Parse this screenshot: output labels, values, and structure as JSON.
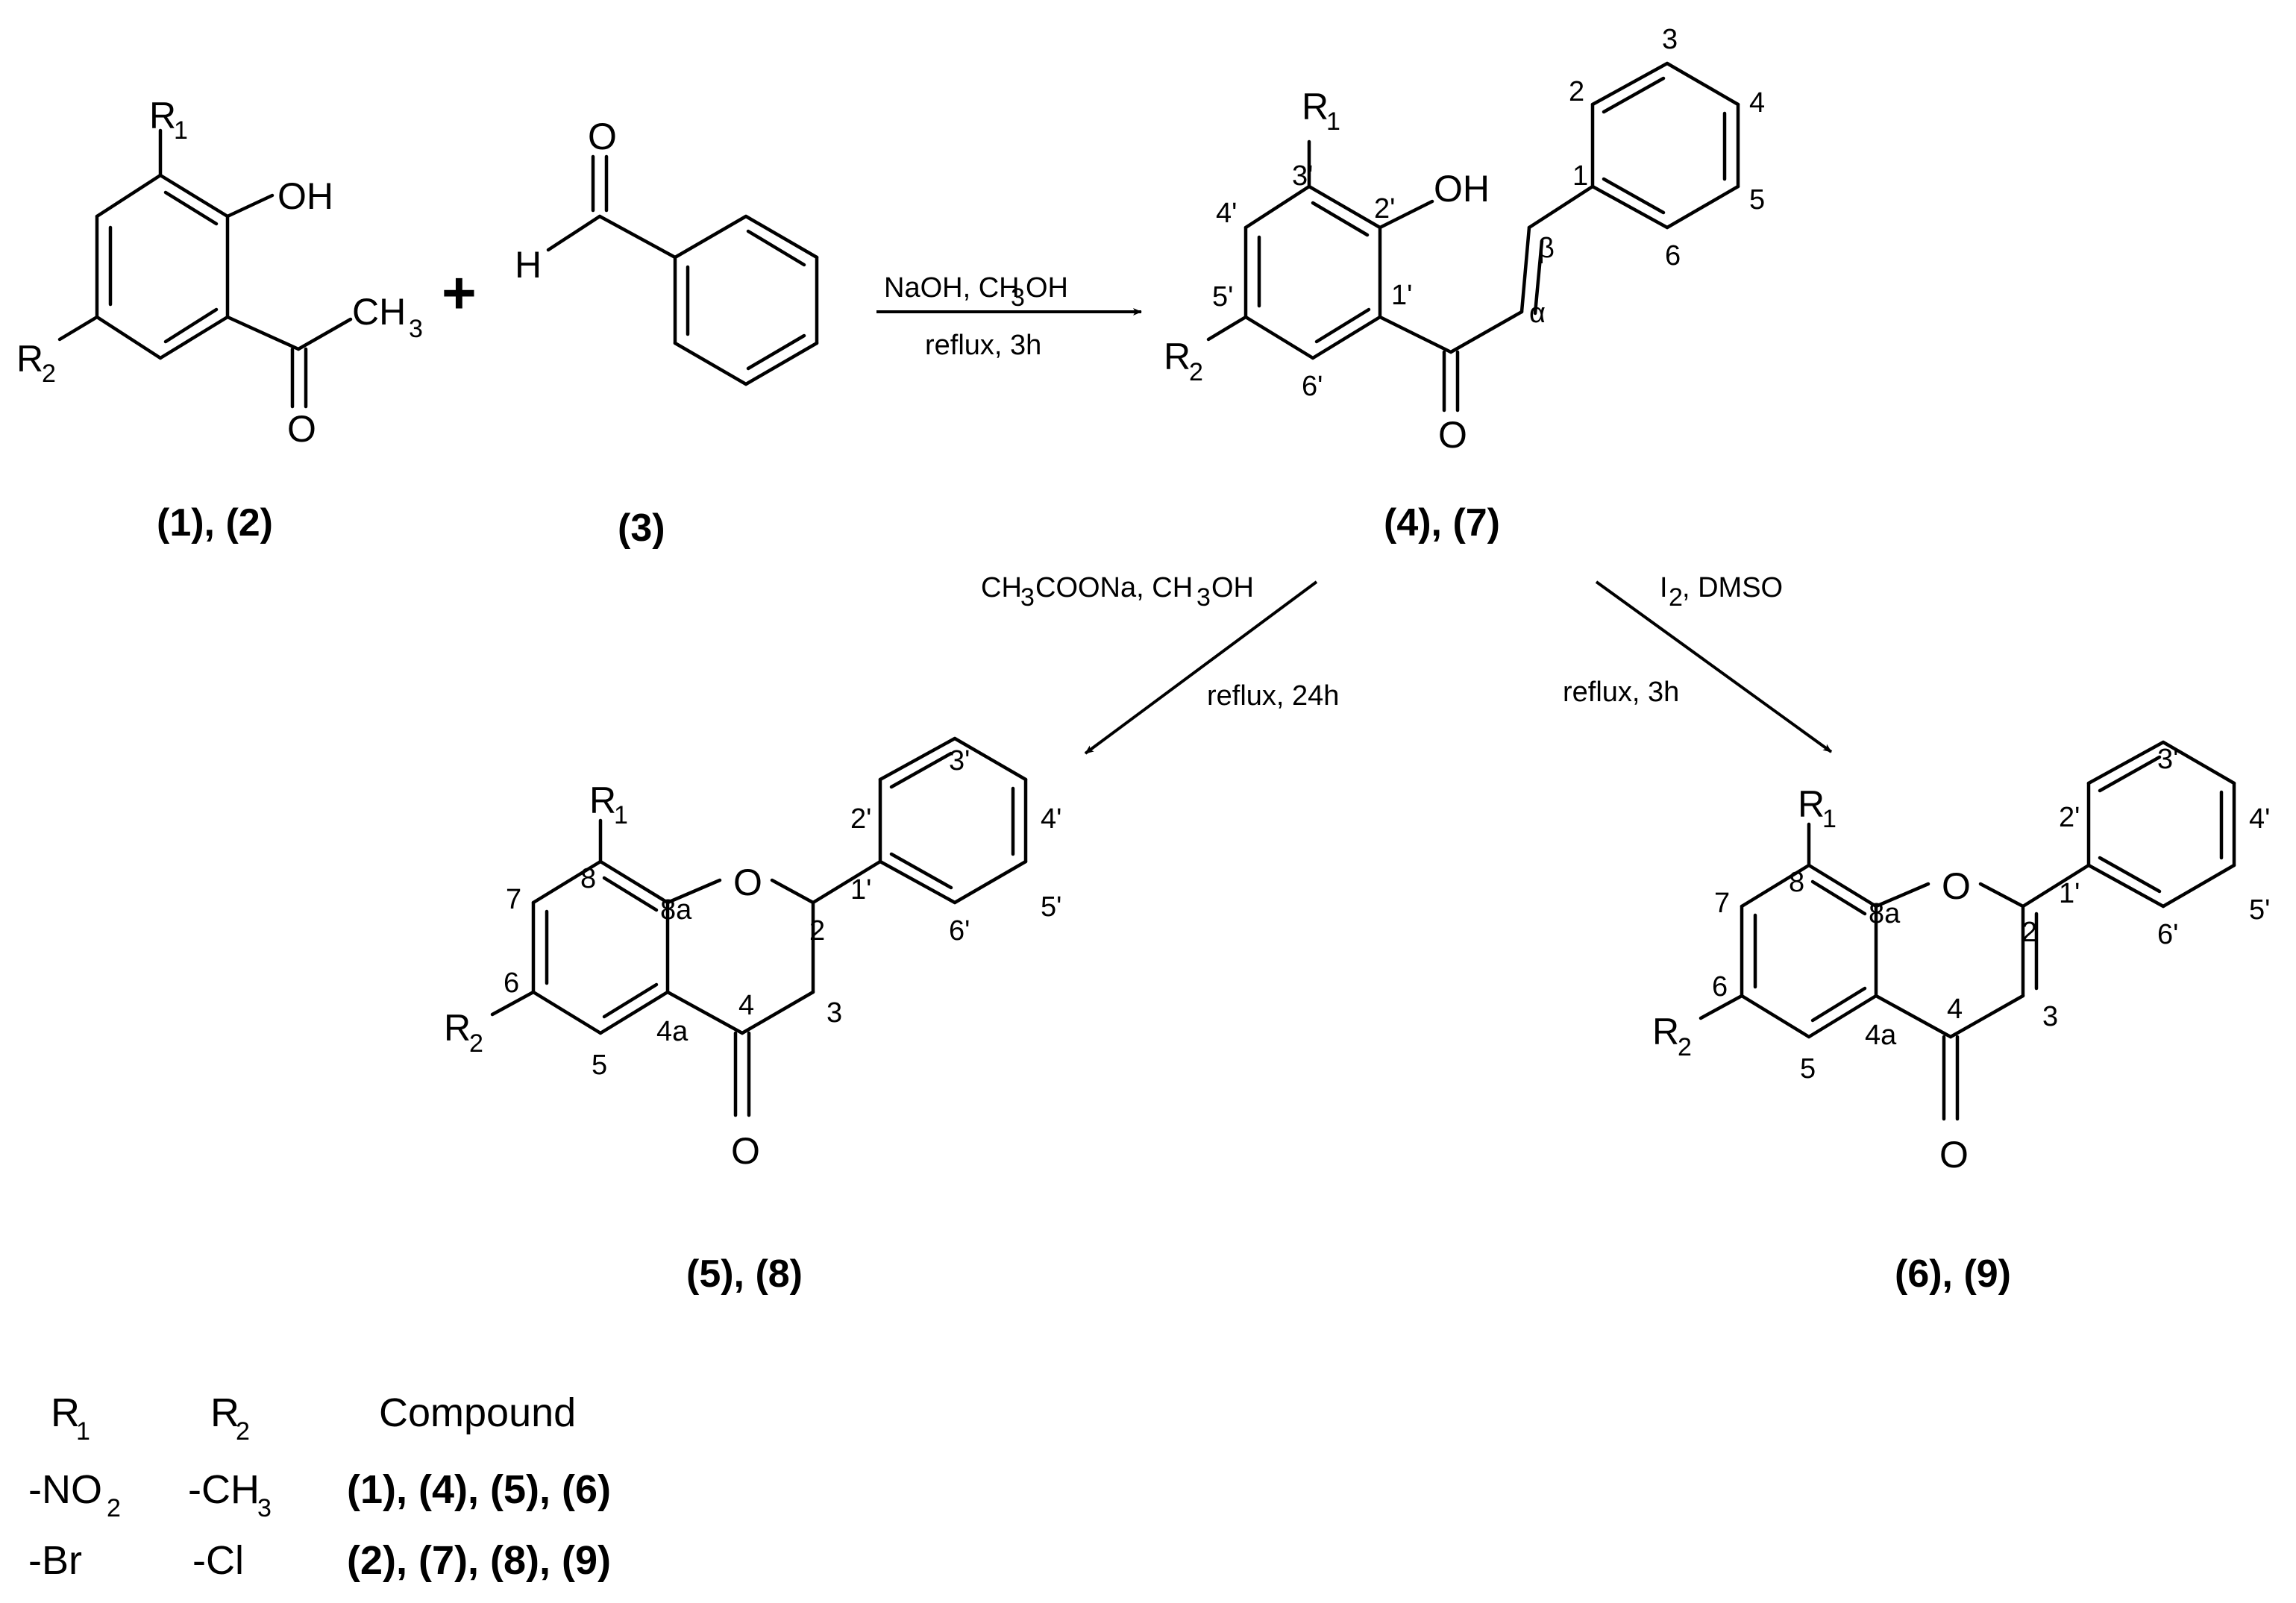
{
  "atoms": {
    "R": "R",
    "sub1": "1",
    "sub2": "2",
    "OH": "OH",
    "O": "O",
    "H": "H",
    "CH": "CH",
    "sub3": "3",
    "plus": "+"
  },
  "numbering": {
    "chalcone_A": [
      "3'",
      "2'",
      "1'",
      "4'",
      "5'",
      "6'"
    ],
    "chalcone_B": [
      "1",
      "2",
      "3",
      "4",
      "5",
      "6"
    ],
    "alpha": "α",
    "beta": "β",
    "core": [
      "8",
      "8a",
      "7",
      "6",
      "5",
      "4a",
      "4",
      "3",
      "2"
    ],
    "phenyl": [
      "1'",
      "2'",
      "3'",
      "4'",
      "5'",
      "6'"
    ]
  },
  "conditions": {
    "step1_top_a": "NaOH, CH",
    "step1_top_sub": "3",
    "step1_top_b": "OH",
    "step1_bottom": "reflux, 3h",
    "step2_a": "CH",
    "step2_sub1": "3",
    "step2_b": "COONa, CH",
    "step2_sub2": "3",
    "step2_c": "OH",
    "step2_bottom": "reflux, 24h",
    "step3_a": "I",
    "step3_sub": "2",
    "step3_b": ", DMSO",
    "step3_bottom": "reflux, 3h"
  },
  "labels": {
    "reactant_acetophenone": "(1), (2)",
    "reactant_benzaldehyde": "(3)",
    "chalcone": "(4), (7)",
    "flavanone": "(5), (8)",
    "flavone": "(6), (9)"
  },
  "table": {
    "headers": {
      "r1": "R",
      "r1_sub": "1",
      "r2": "R",
      "r2_sub": "2",
      "compound": "Compound"
    },
    "rows": [
      {
        "r1": "-NO",
        "r1_sub": "2",
        "r2": "-CH",
        "r2_sub": "3",
        "compound": "(1), (4), (5), (6)"
      },
      {
        "r1": "-Br",
        "r1_sub": "",
        "r2": "-Cl",
        "r2_sub": "",
        "compound": "(2), (7), (8), (9)"
      }
    ]
  }
}
